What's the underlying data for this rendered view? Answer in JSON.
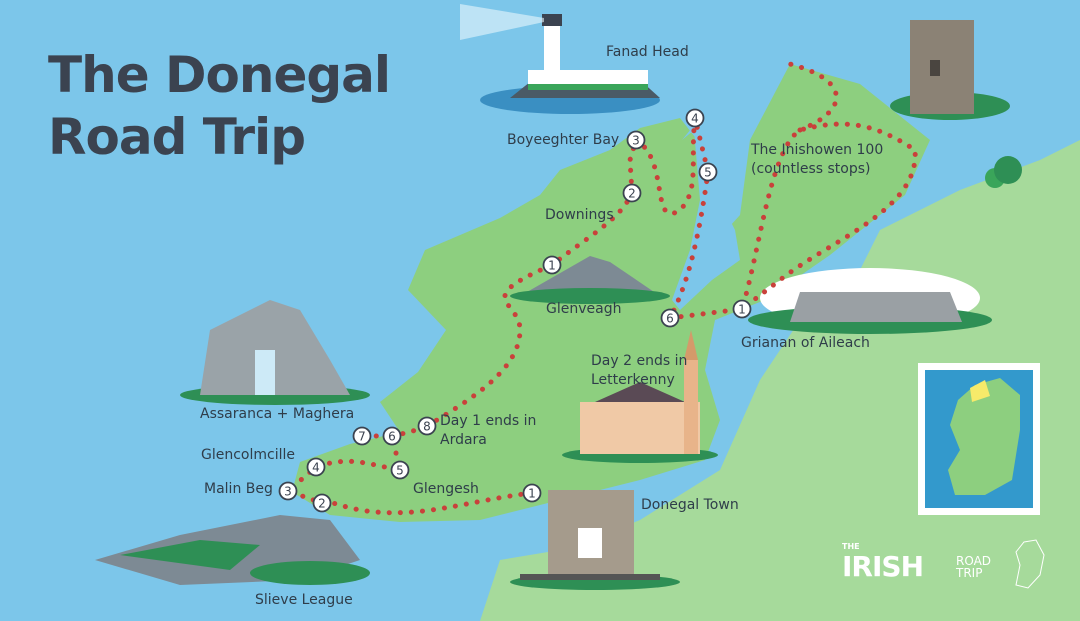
{
  "title": {
    "line1": "The Donegal",
    "line2": "Road Trip"
  },
  "colors": {
    "sea": "#7cc6ea",
    "land": "#8dcf7f",
    "mainland": "#a6da9b",
    "route": "#c9413b",
    "text": "#2f3d4a"
  },
  "places": [
    {
      "id": "fanad",
      "label": "Fanad Head"
    },
    {
      "id": "boyeeghter",
      "label": "Boyeeghter Bay"
    },
    {
      "id": "downings",
      "label": "Downings"
    },
    {
      "id": "glenveagh",
      "label": "Glenveagh"
    },
    {
      "id": "inishowen",
      "label": "The Inishowen 100\n(countless stops)"
    },
    {
      "id": "grianan",
      "label": "Grianan of Aileach"
    },
    {
      "id": "letterkenny",
      "label": "Day 2 ends in\nLetterkenny"
    },
    {
      "id": "ardara",
      "label": "Day 1 ends in\nArdara"
    },
    {
      "id": "assaranca",
      "label": "Assaranca + Maghera"
    },
    {
      "id": "glencolmcille",
      "label": "Glencolmcille"
    },
    {
      "id": "glengesh",
      "label": "Glengesh"
    },
    {
      "id": "malinbeg",
      "label": "Malin Beg"
    },
    {
      "id": "donegaltown",
      "label": "Donegal Town"
    },
    {
      "id": "slieveleague",
      "label": "Slieve League"
    }
  ],
  "day1_stops": [
    "1",
    "2",
    "3",
    "4",
    "5",
    "6",
    "7",
    "8"
  ],
  "day2_stops": [
    "1",
    "2",
    "3",
    "4",
    "5",
    "6"
  ],
  "day3_stops": [
    "1"
  ],
  "brand": {
    "the": "THE",
    "irish": "IRISH",
    "road": "ROAD",
    "trip": "TRIP"
  }
}
